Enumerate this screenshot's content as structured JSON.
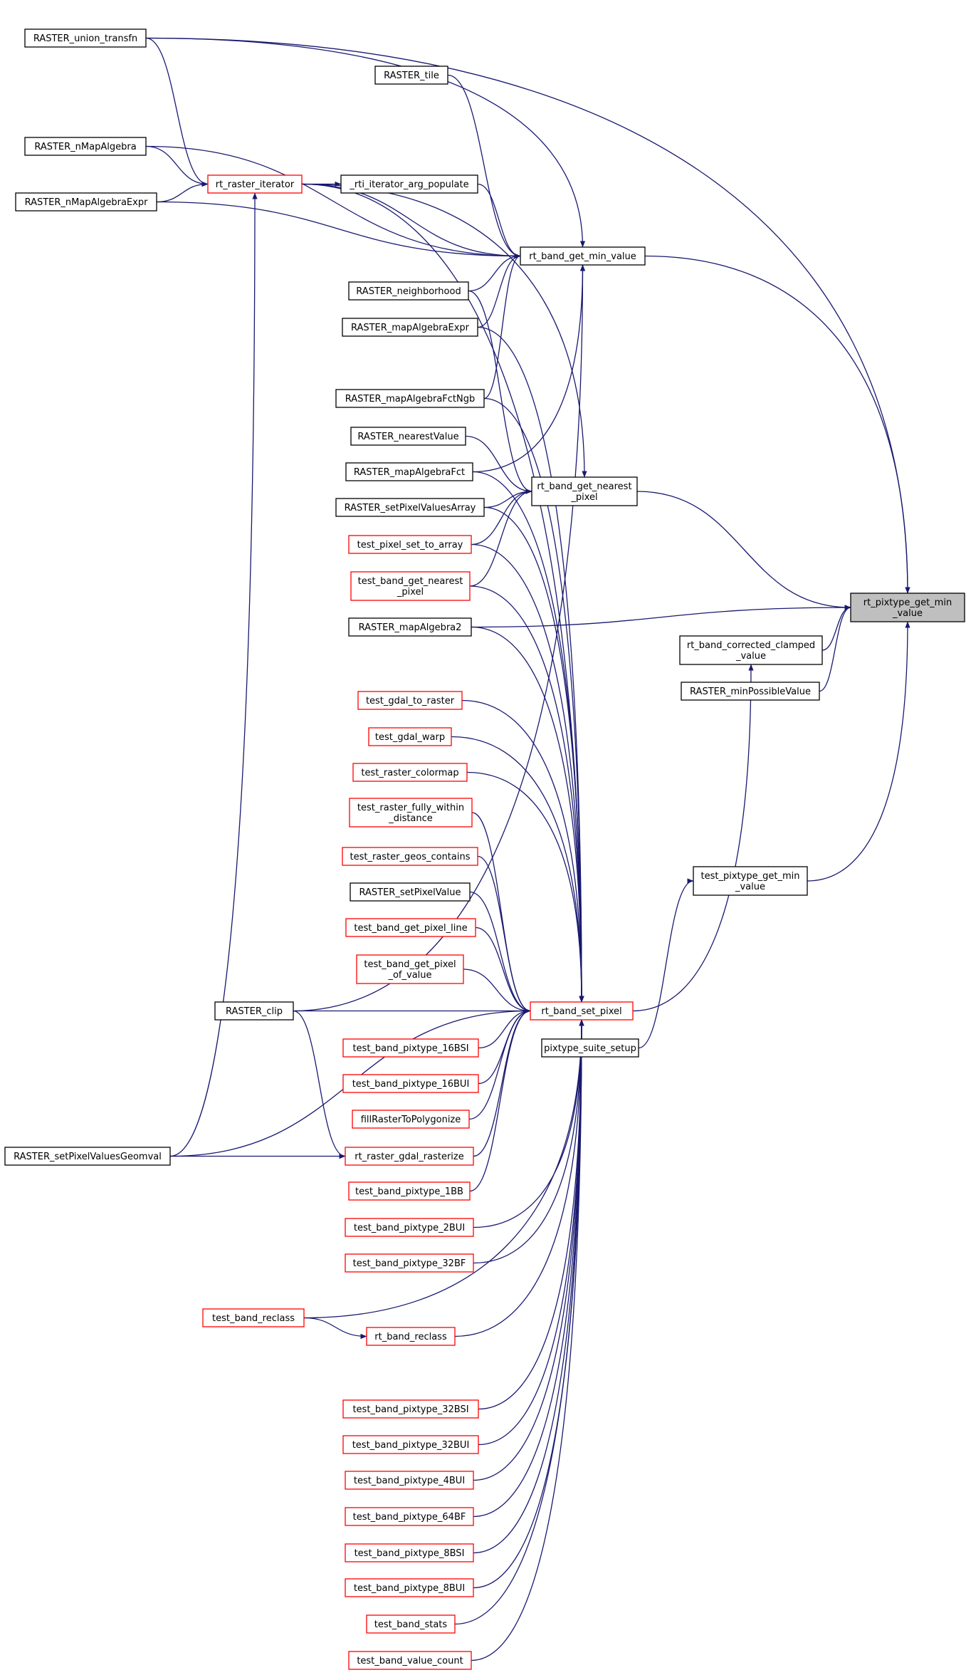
{
  "diagram": {
    "type": "doxygen caller graph",
    "nodes": [
      {
        "id": "focus",
        "lines": [
          "rt_pixtype_get_min",
          "_value"
        ],
        "border": "focus"
      },
      {
        "id": "union_transfn",
        "lines": [
          "RASTER_union_transfn"
        ],
        "border": "black"
      },
      {
        "id": "raster_tile",
        "lines": [
          "RASTER_tile"
        ],
        "border": "black"
      },
      {
        "id": "nmapalgebra",
        "lines": [
          "RASTER_nMapAlgebra"
        ],
        "border": "black"
      },
      {
        "id": "raster_iterator",
        "lines": [
          "rt_raster_iterator"
        ],
        "border": "red"
      },
      {
        "id": "rti_populate",
        "lines": [
          "_rti_iterator_arg_populate"
        ],
        "border": "black"
      },
      {
        "id": "nmapalgebraexpr",
        "lines": [
          "RASTER_nMapAlgebraExpr"
        ],
        "border": "black"
      },
      {
        "id": "band_get_min",
        "lines": [
          "rt_band_get_min_value"
        ],
        "border": "black"
      },
      {
        "id": "neighborhood",
        "lines": [
          "RASTER_neighborhood"
        ],
        "border": "black"
      },
      {
        "id": "mapalgebraexpr",
        "lines": [
          "RASTER_mapAlgebraExpr"
        ],
        "border": "black"
      },
      {
        "id": "mapalgebrafctngb",
        "lines": [
          "RASTER_mapAlgebraFctNgb"
        ],
        "border": "black"
      },
      {
        "id": "nearestvalue",
        "lines": [
          "RASTER_nearestValue"
        ],
        "border": "black"
      },
      {
        "id": "mapalgebrafct",
        "lines": [
          "RASTER_mapAlgebraFct"
        ],
        "border": "black"
      },
      {
        "id": "band_get_nearest",
        "lines": [
          "rt_band_get_nearest",
          "_pixel"
        ],
        "border": "black"
      },
      {
        "id": "setpixelvaluesarray",
        "lines": [
          "RASTER_setPixelValuesArray"
        ],
        "border": "black"
      },
      {
        "id": "test_pixel_set_to_array",
        "lines": [
          "test_pixel_set_to_array"
        ],
        "border": "red"
      },
      {
        "id": "test_band_get_nearest",
        "lines": [
          "test_band_get_nearest",
          "_pixel"
        ],
        "border": "red"
      },
      {
        "id": "mapalgebra2",
        "lines": [
          "RASTER_mapAlgebra2"
        ],
        "border": "black"
      },
      {
        "id": "corrected_clamped",
        "lines": [
          "rt_band_corrected_clamped",
          "_value"
        ],
        "border": "black"
      },
      {
        "id": "minpossiblevalue",
        "lines": [
          "RASTER_minPossibleValue"
        ],
        "border": "black"
      },
      {
        "id": "test_gdal_to_raster",
        "lines": [
          "test_gdal_to_raster"
        ],
        "border": "red"
      },
      {
        "id": "test_gdal_warp",
        "lines": [
          "test_gdal_warp"
        ],
        "border": "red"
      },
      {
        "id": "test_raster_colormap",
        "lines": [
          "test_raster_colormap"
        ],
        "border": "red"
      },
      {
        "id": "test_fully_within",
        "lines": [
          "test_raster_fully_within",
          "_distance"
        ],
        "border": "red"
      },
      {
        "id": "test_geos_contains",
        "lines": [
          "test_raster_geos_contains"
        ],
        "border": "red"
      },
      {
        "id": "test_pixtype_get_min",
        "lines": [
          "test_pixtype_get_min",
          "_value"
        ],
        "border": "black"
      },
      {
        "id": "setpixelvalue",
        "lines": [
          "RASTER_setPixelValue"
        ],
        "border": "black"
      },
      {
        "id": "test_pixel_line",
        "lines": [
          "test_band_get_pixel_line"
        ],
        "border": "red"
      },
      {
        "id": "test_pixel_of_value",
        "lines": [
          "test_band_get_pixel",
          "_of_value"
        ],
        "border": "red"
      },
      {
        "id": "raster_clip",
        "lines": [
          "RASTER_clip"
        ],
        "border": "black"
      },
      {
        "id": "band_set_pixel",
        "lines": [
          "rt_band_set_pixel"
        ],
        "border": "red"
      },
      {
        "id": "pixtype_suite_setup",
        "lines": [
          "pixtype_suite_setup"
        ],
        "border": "black"
      },
      {
        "id": "t16bsi",
        "lines": [
          "test_band_pixtype_16BSI"
        ],
        "border": "red"
      },
      {
        "id": "t16bui",
        "lines": [
          "test_band_pixtype_16BUI"
        ],
        "border": "red"
      },
      {
        "id": "fillraster",
        "lines": [
          "fillRasterToPolygonize"
        ],
        "border": "red"
      },
      {
        "id": "geomval",
        "lines": [
          "RASTER_setPixelValuesGeomval"
        ],
        "border": "black"
      },
      {
        "id": "gdal_rasterize",
        "lines": [
          "rt_raster_gdal_rasterize"
        ],
        "border": "red"
      },
      {
        "id": "t1bb",
        "lines": [
          "test_band_pixtype_1BB"
        ],
        "border": "red"
      },
      {
        "id": "t2bui",
        "lines": [
          "test_band_pixtype_2BUI"
        ],
        "border": "red"
      },
      {
        "id": "t32bf",
        "lines": [
          "test_band_pixtype_32BF"
        ],
        "border": "red"
      },
      {
        "id": "test_band_reclass",
        "lines": [
          "test_band_reclass"
        ],
        "border": "red"
      },
      {
        "id": "band_reclass",
        "lines": [
          "rt_band_reclass"
        ],
        "border": "red"
      },
      {
        "id": "t32bsi",
        "lines": [
          "test_band_pixtype_32BSI"
        ],
        "border": "red"
      },
      {
        "id": "t32bui",
        "lines": [
          "test_band_pixtype_32BUI"
        ],
        "border": "red"
      },
      {
        "id": "t4bui",
        "lines": [
          "test_band_pixtype_4BUI"
        ],
        "border": "red"
      },
      {
        "id": "t64bf",
        "lines": [
          "test_band_pixtype_64BF"
        ],
        "border": "red"
      },
      {
        "id": "t8bsi",
        "lines": [
          "test_band_pixtype_8BSI"
        ],
        "border": "red"
      },
      {
        "id": "t8bui",
        "lines": [
          "test_band_pixtype_8BUI"
        ],
        "border": "red"
      },
      {
        "id": "test_band_stats",
        "lines": [
          "test_band_stats"
        ],
        "border": "red"
      },
      {
        "id": "test_value_count",
        "lines": [
          "test_band_value_count"
        ],
        "border": "red"
      }
    ],
    "edges": [
      [
        "union_transfn",
        "focus"
      ],
      [
        "band_get_min",
        "focus"
      ],
      [
        "band_get_nearest",
        "focus"
      ],
      [
        "mapalgebra2",
        "focus"
      ],
      [
        "corrected_clamped",
        "focus"
      ],
      [
        "minpossiblevalue",
        "focus"
      ],
      [
        "test_pixtype_get_min",
        "focus"
      ],
      [
        "union_transfn",
        "raster_iterator"
      ],
      [
        "union_transfn",
        "band_get_min"
      ],
      [
        "raster_tile",
        "band_get_min"
      ],
      [
        "nmapalgebra",
        "raster_iterator"
      ],
      [
        "nmapalgebra",
        "band_get_min"
      ],
      [
        "nmapalgebraexpr",
        "raster_iterator"
      ],
      [
        "nmapalgebraexpr",
        "band_get_min"
      ],
      [
        "raster_iterator",
        "rti_populate"
      ],
      [
        "raster_iterator",
        "band_get_min"
      ],
      [
        "raster_iterator",
        "band_get_nearest"
      ],
      [
        "raster_iterator",
        "band_set_pixel"
      ],
      [
        "rti_populate",
        "band_get_min"
      ],
      [
        "neighborhood",
        "band_get_min"
      ],
      [
        "neighborhood",
        "band_get_nearest"
      ],
      [
        "mapalgebraexpr",
        "band_get_min"
      ],
      [
        "mapalgebraexpr",
        "band_set_pixel"
      ],
      [
        "mapalgebrafctngb",
        "band_get_min"
      ],
      [
        "mapalgebrafctngb",
        "band_set_pixel"
      ],
      [
        "nearestvalue",
        "band_get_nearest"
      ],
      [
        "mapalgebrafct",
        "band_get_min"
      ],
      [
        "mapalgebrafct",
        "band_set_pixel"
      ],
      [
        "setpixelvaluesarray",
        "band_get_nearest"
      ],
      [
        "setpixelvaluesarray",
        "band_set_pixel"
      ],
      [
        "test_pixel_set_to_array",
        "band_get_nearest"
      ],
      [
        "test_pixel_set_to_array",
        "band_set_pixel"
      ],
      [
        "test_band_get_nearest",
        "band_get_nearest"
      ],
      [
        "test_band_get_nearest",
        "band_set_pixel"
      ],
      [
        "mapalgebra2",
        "band_set_pixel"
      ],
      [
        "test_gdal_to_raster",
        "band_set_pixel"
      ],
      [
        "test_gdal_warp",
        "band_set_pixel"
      ],
      [
        "test_raster_colormap",
        "band_set_pixel"
      ],
      [
        "test_fully_within",
        "band_set_pixel"
      ],
      [
        "test_geos_contains",
        "band_set_pixel"
      ],
      [
        "setpixelvalue",
        "band_set_pixel"
      ],
      [
        "test_pixel_line",
        "band_set_pixel"
      ],
      [
        "test_pixel_of_value",
        "band_set_pixel"
      ],
      [
        "raster_clip",
        "band_set_pixel"
      ],
      [
        "raster_clip",
        "band_get_min"
      ],
      [
        "raster_clip",
        "gdal_rasterize"
      ],
      [
        "band_set_pixel",
        "corrected_clamped"
      ],
      [
        "pixtype_suite_setup",
        "test_pixtype_get_min"
      ],
      [
        "t16bsi",
        "band_set_pixel"
      ],
      [
        "t16bui",
        "band_set_pixel"
      ],
      [
        "fillraster",
        "band_set_pixel"
      ],
      [
        "geomval",
        "raster_iterator"
      ],
      [
        "geomval",
        "gdal_rasterize"
      ],
      [
        "geomval",
        "band_set_pixel"
      ],
      [
        "gdal_rasterize",
        "band_set_pixel"
      ],
      [
        "t1bb",
        "band_set_pixel"
      ],
      [
        "t2bui",
        "band_set_pixel"
      ],
      [
        "t32bf",
        "band_set_pixel"
      ],
      [
        "test_band_reclass",
        "band_reclass"
      ],
      [
        "test_band_reclass",
        "band_set_pixel"
      ],
      [
        "band_reclass",
        "band_set_pixel"
      ],
      [
        "t32bsi",
        "band_set_pixel"
      ],
      [
        "t32bui",
        "band_set_pixel"
      ],
      [
        "t4bui",
        "band_set_pixel"
      ],
      [
        "t64bf",
        "band_set_pixel"
      ],
      [
        "t8bsi",
        "band_set_pixel"
      ],
      [
        "t8bui",
        "band_set_pixel"
      ],
      [
        "test_band_stats",
        "band_set_pixel"
      ],
      [
        "test_value_count",
        "band_set_pixel"
      ]
    ]
  }
}
